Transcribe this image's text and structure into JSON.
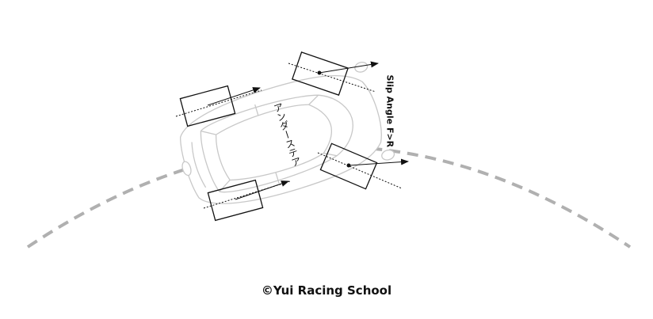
{
  "diagram": {
    "slip_label": "Slip  Angle F>R",
    "understeer_label": "アンダーステア",
    "copyright": "©Yui Racing School",
    "colors": {
      "car_outline": "#c8c8c8",
      "track": "#b0b0b0",
      "tire": "#111111"
    }
  }
}
